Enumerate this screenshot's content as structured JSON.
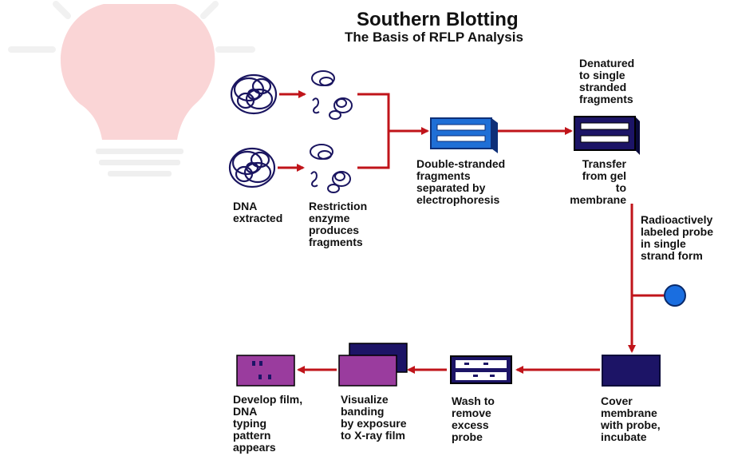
{
  "title": "Southern Blotting",
  "subtitle": "The Basis of RFLP Analysis",
  "steps": {
    "dna_extracted": "DNA\nextracted",
    "restriction": "Restriction\nenzyme\nproduces\nfragments",
    "electrophoresis": "Double-stranded\nfragments\nseparated by\nelectrophoresis",
    "denatured": "Denatured\nto single\nstranded\nfragments",
    "transfer": "Transfer\nfrom gel\nto\nmembrane",
    "probe": "Radioactively\nlabeled probe\nin single\nstrand form",
    "cover": "Cover\nmembrane\nwith probe,\nincubate",
    "wash": "Wash to\nremove\nexcess\nprobe",
    "visualize": "Visualize\nbanding\nby exposure\nto X-ray film",
    "develop": "Develop film,\nDNA\ntyping\npattern\nappears"
  },
  "icons": {
    "bulb": "lightbulb-icon",
    "dna": "dna-coil-icon",
    "fragments": "dna-fragments-icon",
    "gel": "gel-icon",
    "membrane": "membrane-icon",
    "probe": "probe-dot-icon",
    "film": "xray-film-icon"
  },
  "colors": {
    "arrow": "#c0141a",
    "gel_blue": "#1f6fd6",
    "navy": "#1c1466",
    "purple": "#9a3c9e",
    "probe_blue": "#1a6ee0",
    "bulb_pink": "#f6b3b6"
  }
}
